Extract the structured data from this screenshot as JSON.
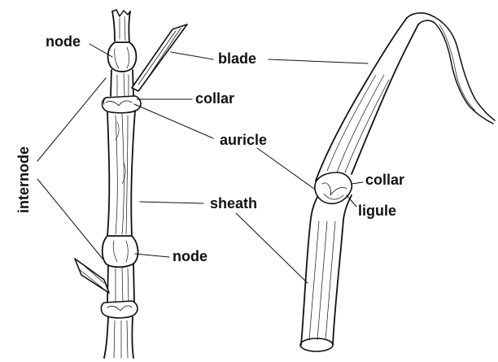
{
  "diagram": {
    "colors": {
      "ink": "#111111",
      "background": "#ffffff"
    },
    "labels": {
      "node_top": "node",
      "blade": "blade",
      "collar_left": "collar",
      "auricle": "auricle",
      "internode": "internode",
      "sheath": "sheath",
      "node_bottom": "node",
      "collar_right": "collar",
      "ligule": "ligule"
    }
  }
}
